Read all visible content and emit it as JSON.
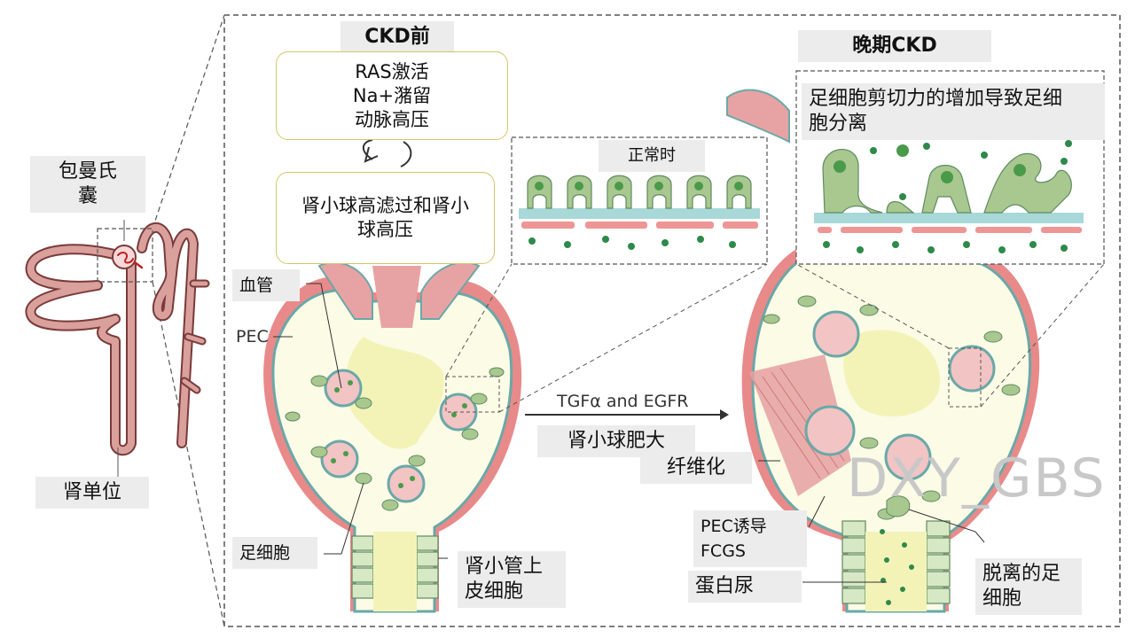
{
  "labels": {
    "bowman": "包曼氏\n囊",
    "nephron": "肾单位",
    "pre_ckd": "CKD前",
    "ras_box": "RAS激活\nNa+潴留\n动脉高压",
    "glomerular_box": "肾小球高滤过和肾小\n球高压",
    "vessel": "血管",
    "pec": "PEC",
    "podocyte": "足细胞",
    "tubular": "肾小管上\n皮细胞",
    "normal": "正常时",
    "arrow_text": "TGFα and EGFR",
    "hypertrophy": "肾小球肥大",
    "late_ckd": "晚期CKD",
    "shear": "足细胞剪切力的增加导致足细\n胞分离",
    "fibrosis": "纤维化",
    "pec_fcgs": "PEC诱导\nFCGS",
    "proteinuria": "蛋白尿",
    "detached": "脱离的足\n细胞",
    "watermark": "DXY_GBS"
  },
  "colors": {
    "tubule": "#c98a88",
    "podocyte": "#a8c890",
    "nucleus": "#4a9a4a",
    "capillary": "#f2c4c4",
    "gbm": "#a8d8d8",
    "endothelium": "#e88a8a",
    "capsule_space": "#fbfbe6",
    "urinary_space": "#f3f3b8",
    "watermark": "#c8c8c8"
  }
}
